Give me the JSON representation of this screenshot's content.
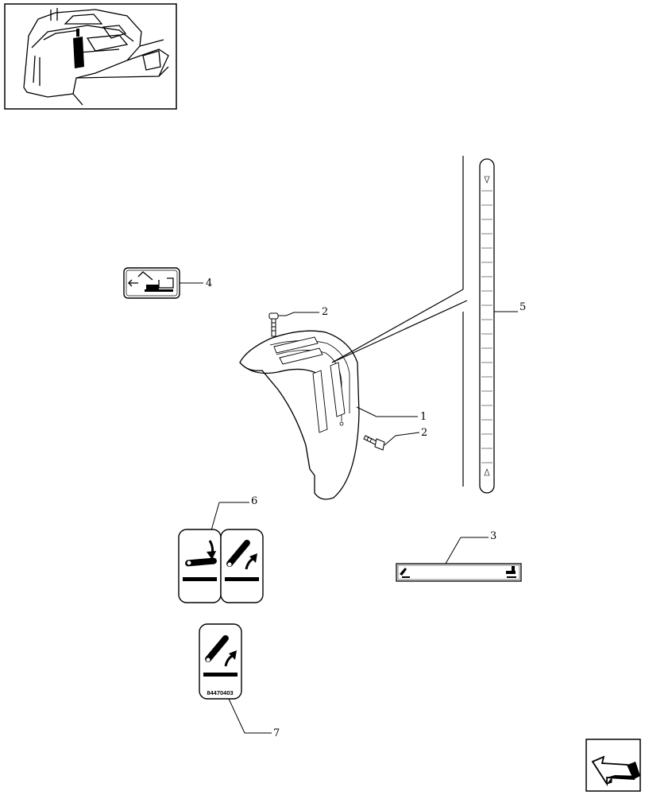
{
  "callouts": {
    "c1": "1",
    "c2a": "2",
    "c2b": "2",
    "c3": "3",
    "c4": "4",
    "c5": "5",
    "c6": "6",
    "c7": "7"
  },
  "decal_code": "84470403",
  "icons": {
    "location": "tractor-cab-locator-icon",
    "nav": "next-page-arrow-icon"
  },
  "colors": {
    "ink": "#000000",
    "paper": "#ffffff"
  }
}
